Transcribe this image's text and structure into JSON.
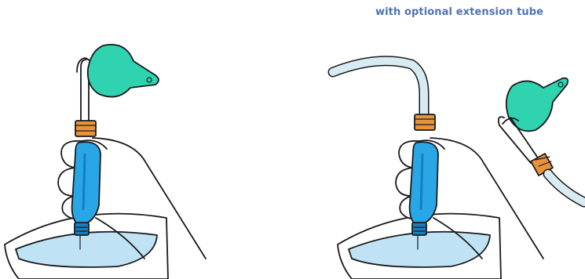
{
  "caption": "with optional extension tube",
  "colors": {
    "caption": "#4f73b3",
    "mask": "#2fd3b0",
    "bulb": "#29a6e6",
    "bulb_dark": "#157fc2",
    "connector": "#e8923a",
    "water": "#bfe3f5",
    "extension_tube": "#d7ecf2",
    "outline": "#1a1a1a"
  },
  "illustrations": [
    {
      "variant": "standard",
      "has_extension_tube": false
    },
    {
      "variant": "extension",
      "has_extension_tube": true
    }
  ]
}
